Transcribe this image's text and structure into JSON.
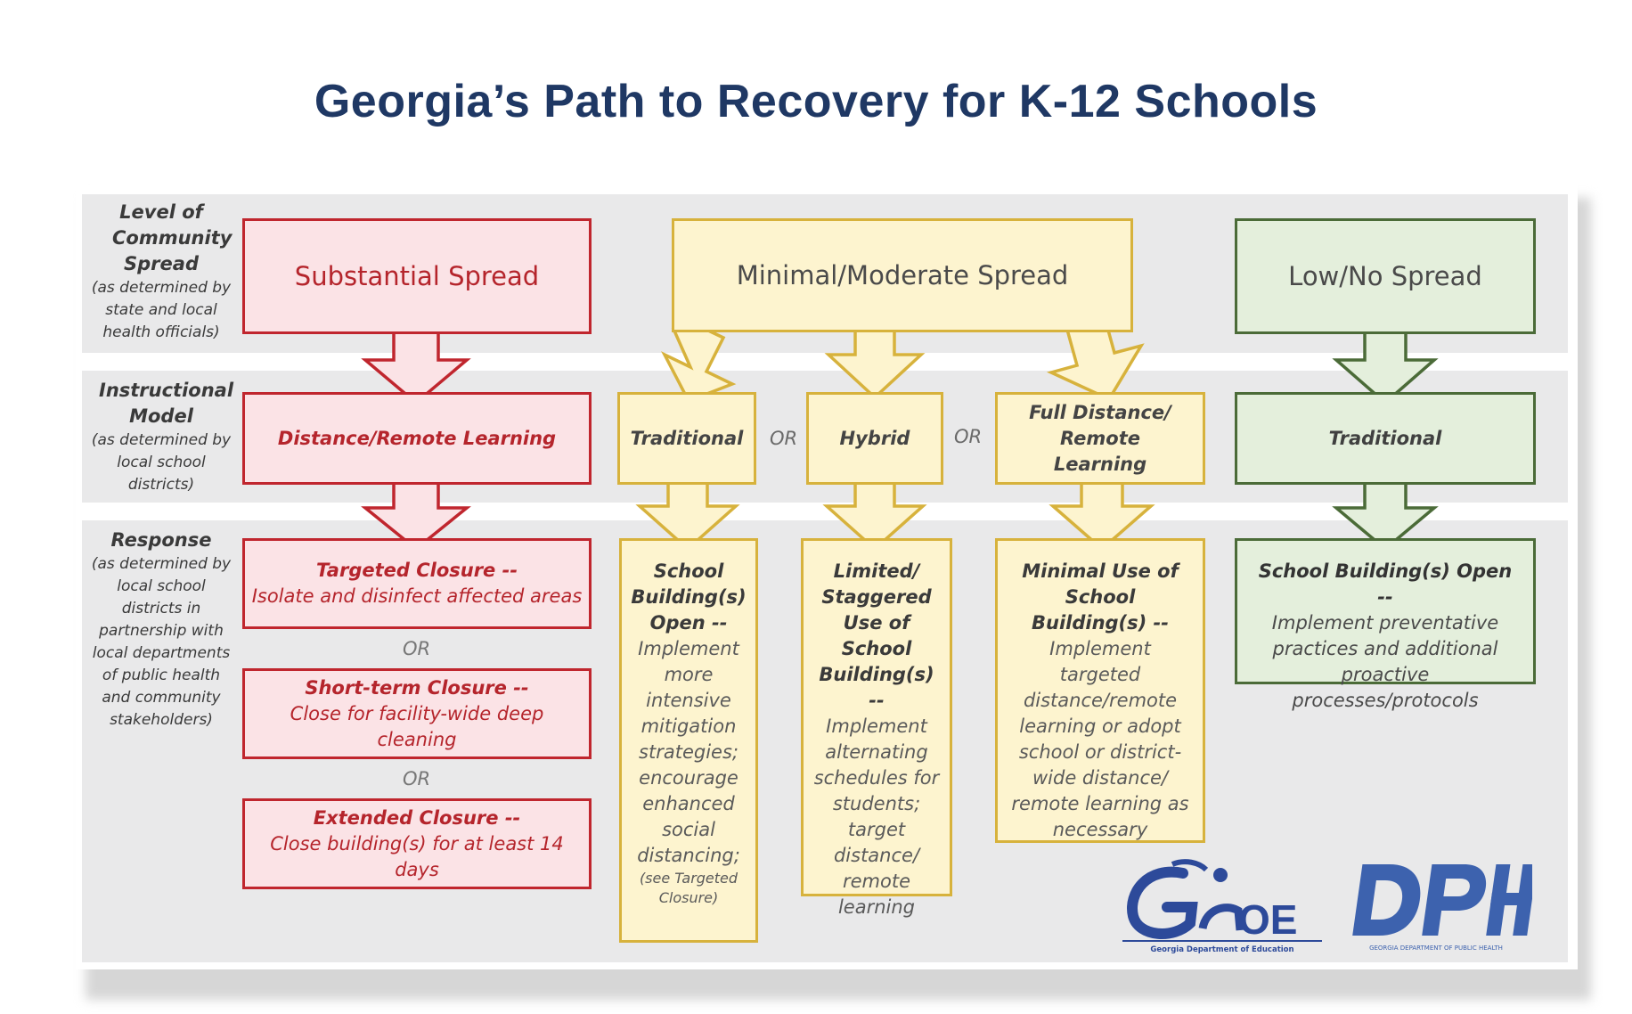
{
  "title": "Georgia’s Path to Recovery for K-12 Schools",
  "rows": {
    "community": {
      "heading": "Level of Community Spread",
      "note": "(as determined by state and local health officials)"
    },
    "instruction": {
      "heading": "Instructional Model",
      "note": "(as determined by local school districts)"
    },
    "response": {
      "heading": "Response",
      "note": "(as determined by local school districts in partnership with local departments of public health and community stakeholders)"
    }
  },
  "spread": {
    "substantial": "Substantial Spread",
    "moderate": "Minimal/Moderate Spread",
    "low": "Low/No Spread"
  },
  "models": {
    "distance": "Distance/Remote Learning",
    "traditional_mod": "Traditional",
    "hybrid": "Hybrid",
    "full_distance": "Full Distance/ Remote Learning",
    "traditional_low": "Traditional"
  },
  "or_label": "OR",
  "responses": {
    "targeted": {
      "title": "Targeted Closure --",
      "text": "Isolate and disinfect affected areas"
    },
    "short_term": {
      "title": "Short-term Closure --",
      "text": "Close for facility-wide deep cleaning"
    },
    "extended": {
      "title": "Extended Closure --",
      "text": "Close building(s) for at least 14 days"
    },
    "school_open": {
      "title": "School Building(s) Open --",
      "text": "Implement more intensive mitigation strategies; encourage enhanced social distancing;",
      "note": "(see Targeted Closure)"
    },
    "limited": {
      "title": "Limited/ Staggered Use of School Building(s) --",
      "text": "Implement alternating schedules for students; target distance/ remote learning"
    },
    "minimal_use": {
      "title": "Minimal Use of School Building(s) --",
      "text": "Implement targeted distance/remote learning or adopt school or district-wide distance/ remote learning as necessary"
    },
    "low_open": {
      "title": "School Building(s) Open --",
      "text": "Implement preventative practices and additional proactive processes/protocols"
    }
  },
  "logos": {
    "gadoe": {
      "mark": "GaDOE",
      "caption": "Georgia Department of Education"
    },
    "dph": {
      "mark": "DPH",
      "caption": "GEORGIA DEPARTMENT OF PUBLIC HEALTH"
    }
  },
  "colors": {
    "red": "#c0262e",
    "yellow": "#d7b23c",
    "green": "#4b6b38",
    "title": "#1f3864"
  }
}
